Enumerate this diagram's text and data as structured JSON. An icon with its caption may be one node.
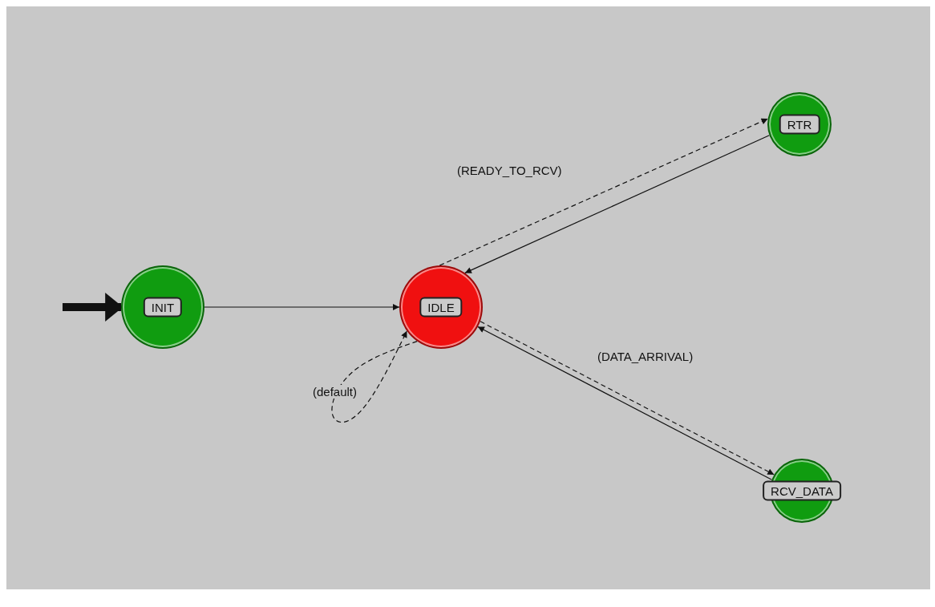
{
  "diagram": {
    "nodes": [
      {
        "text": [
          "INIT"
        ]
      },
      {
        "text": [
          "IDLE"
        ]
      },
      {
        "text": [
          "RTR"
        ]
      },
      {
        "text": [
          "RCV_DATA"
        ]
      }
    ],
    "edges": [
      {
        "from": null,
        "to": 0,
        "arrow": "to",
        "style": "thick"
      },
      {
        "from": 0,
        "to": 1,
        "arrow": "to"
      },
      {
        "from": 1,
        "to": 2,
        "arrow": "to",
        "style": "dashed",
        "label": "(READY_TO_RCV)"
      },
      {
        "from": 2,
        "to": 1,
        "arrow": "to"
      },
      {
        "from": 1,
        "to": 3,
        "arrow": "to",
        "style": "dashed",
        "label": "(DATA_ARRIVAL)"
      },
      {
        "from": 3,
        "to": 1,
        "arrow": "to"
      },
      {
        "from": 1,
        "to": 1,
        "arrow": "to",
        "style": "dashed",
        "label": "(default)"
      }
    ]
  }
}
